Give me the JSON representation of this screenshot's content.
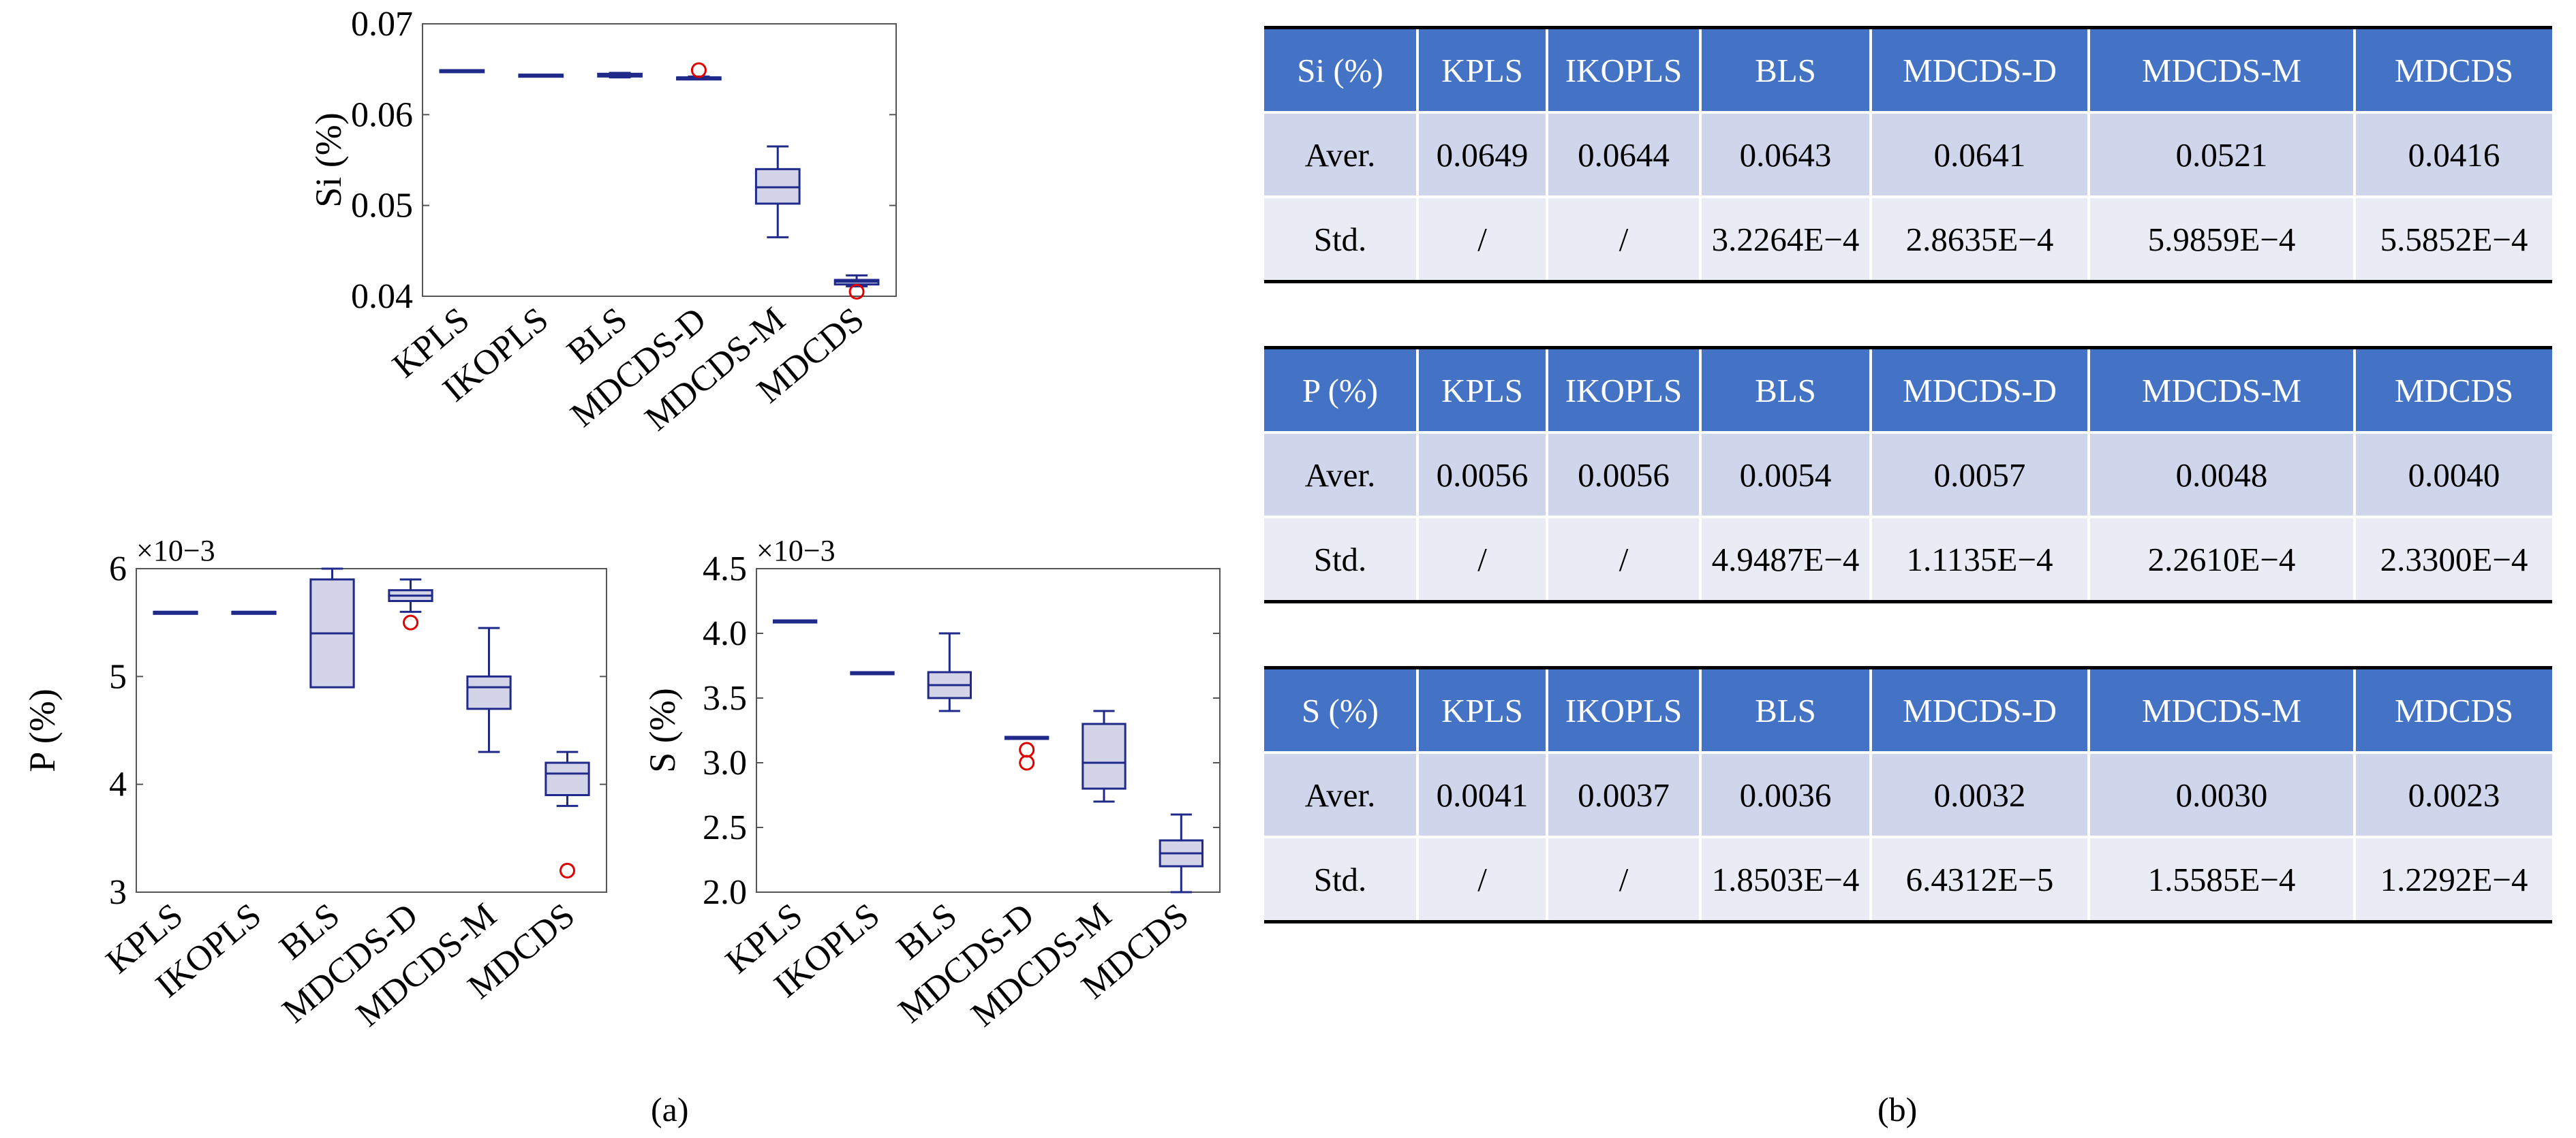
{
  "chart_data": [
    {
      "type": "box",
      "ylabel": "Si (%)",
      "ylim": [
        0.04,
        0.07
      ],
      "yticks": [
        "0.04",
        "0.05",
        "0.06",
        "0.07"
      ],
      "categories": [
        "KPLS",
        "IKOPLS",
        "BLS",
        "MDCDS-D",
        "MDCDS-M",
        "MDCDS"
      ],
      "boxes": [
        {
          "min": 0.0649,
          "q1": 0.0649,
          "median": 0.0649,
          "q3": 0.0649,
          "max": 0.0649,
          "outliers": []
        },
        {
          "min": 0.0644,
          "q1": 0.0644,
          "median": 0.0644,
          "q3": 0.0644,
          "max": 0.0644,
          "outliers": []
        },
        {
          "min": 0.0641,
          "q1": 0.0642,
          "median": 0.0643,
          "q3": 0.0645,
          "max": 0.0646,
          "outliers": []
        },
        {
          "min": 0.064,
          "q1": 0.064,
          "median": 0.0641,
          "q3": 0.0641,
          "max": 0.0642,
          "outliers": [
            0.0649
          ]
        },
        {
          "min": 0.0465,
          "q1": 0.0502,
          "median": 0.052,
          "q3": 0.054,
          "max": 0.0565,
          "outliers": []
        },
        {
          "min": 0.0411,
          "q1": 0.0413,
          "median": 0.0416,
          "q3": 0.0418,
          "max": 0.0423,
          "outliers": [
            0.0405
          ]
        }
      ]
    },
    {
      "type": "box",
      "ylabel": "P (%)",
      "exponent": "×10−3",
      "ylim": [
        3,
        6
      ],
      "yticks": [
        "3",
        "4",
        "5",
        "6"
      ],
      "categories": [
        "KPLS",
        "IKOPLS",
        "BLS",
        "MDCDS-D",
        "MDCDS-M",
        "MDCDS"
      ],
      "boxes": [
        {
          "min": 5.6,
          "q1": 5.6,
          "median": 5.6,
          "q3": 5.6,
          "max": 5.6,
          "outliers": []
        },
        {
          "min": 5.6,
          "q1": 5.6,
          "median": 5.6,
          "q3": 5.6,
          "max": 5.6,
          "outliers": []
        },
        {
          "min": 4.9,
          "q1": 4.9,
          "median": 5.4,
          "q3": 5.9,
          "max": 6.0,
          "outliers": []
        },
        {
          "min": 5.6,
          "q1": 5.7,
          "median": 5.75,
          "q3": 5.8,
          "max": 5.9,
          "outliers": [
            5.5
          ]
        },
        {
          "min": 4.3,
          "q1": 4.7,
          "median": 4.9,
          "q3": 5.0,
          "max": 5.45,
          "outliers": []
        },
        {
          "min": 3.8,
          "q1": 3.9,
          "median": 4.1,
          "q3": 4.2,
          "max": 4.3,
          "outliers": [
            3.2
          ]
        }
      ]
    },
    {
      "type": "box",
      "ylabel": "S (%)",
      "exponent": "×10−3",
      "ylim": [
        2.0,
        4.5
      ],
      "yticks": [
        "2.0",
        "2.5",
        "3.0",
        "3.5",
        "4.0",
        "4.5"
      ],
      "categories": [
        "KPLS",
        "IKOPLS",
        "BLS",
        "MDCDS-D",
        "MDCDS-M",
        "MDCDS"
      ],
      "boxes": [
        {
          "min": 4.1,
          "q1": 4.1,
          "median": 4.1,
          "q3": 4.1,
          "max": 4.1,
          "outliers": []
        },
        {
          "min": 3.7,
          "q1": 3.7,
          "median": 3.7,
          "q3": 3.7,
          "max": 3.7,
          "outliers": []
        },
        {
          "min": 3.4,
          "q1": 3.5,
          "median": 3.6,
          "q3": 3.7,
          "max": 4.0,
          "outliers": []
        },
        {
          "min": 3.2,
          "q1": 3.2,
          "median": 3.2,
          "q3": 3.2,
          "max": 3.2,
          "outliers": [
            3.1,
            3.0
          ]
        },
        {
          "min": 2.7,
          "q1": 2.8,
          "median": 3.0,
          "q3": 3.3,
          "max": 3.4,
          "outliers": []
        },
        {
          "min": 2.0,
          "q1": 2.2,
          "median": 2.3,
          "q3": 2.4,
          "max": 2.6,
          "outliers": []
        }
      ]
    },
    {
      "type": "table",
      "header": [
        "Si (%)",
        "KPLS",
        "IKOPLS",
        "BLS",
        "MDCDS-D",
        "MDCDS-M",
        "MDCDS"
      ],
      "rows": [
        [
          "Aver.",
          "0.0649",
          "0.0644",
          "0.0643",
          "0.0641",
          "0.0521",
          "0.0416"
        ],
        [
          "Std.",
          "/",
          "/",
          "3.2264E−4",
          "2.8635E−4",
          "5.9859E−4",
          "5.5852E−4"
        ]
      ]
    },
    {
      "type": "table",
      "header": [
        "P (%)",
        "KPLS",
        "IKOPLS",
        "BLS",
        "MDCDS-D",
        "MDCDS-M",
        "MDCDS"
      ],
      "rows": [
        [
          "Aver.",
          "0.0056",
          "0.0056",
          "0.0054",
          "0.0057",
          "0.0048",
          "0.0040"
        ],
        [
          "Std.",
          "/",
          "/",
          "4.9487E−4",
          "1.1135E−4",
          "2.2610E−4",
          "2.3300E−4"
        ]
      ]
    },
    {
      "type": "table",
      "header": [
        "S (%)",
        "KPLS",
        "IKOPLS",
        "BLS",
        "MDCDS-D",
        "MDCDS-M",
        "MDCDS"
      ],
      "rows": [
        [
          "Aver.",
          "0.0041",
          "0.0037",
          "0.0036",
          "0.0032",
          "0.0030",
          "0.0023"
        ],
        [
          "Std.",
          "/",
          "/",
          "1.8503E−4",
          "6.4312E−5",
          "1.5585E−4",
          "1.2292E−4"
        ]
      ]
    }
  ],
  "panel_labels": {
    "a": "(a)",
    "b": "(b)"
  },
  "colors": {
    "box_stroke": "#1f2a8a",
    "box_fill": "#d4d4e8",
    "outlier": "#e00000",
    "header_bg": "#4472c4"
  }
}
